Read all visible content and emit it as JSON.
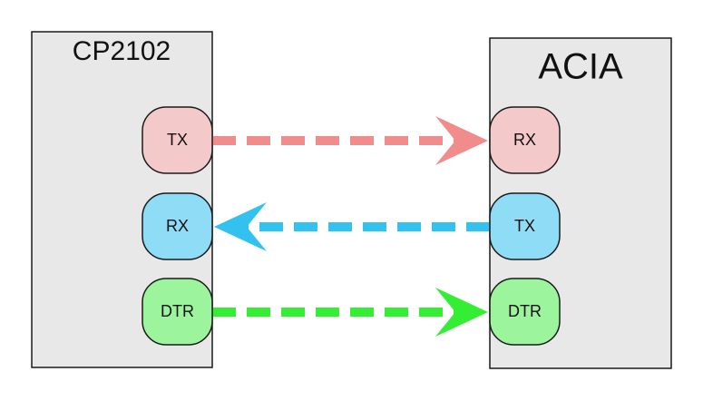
{
  "left_device": {
    "title": "CP2102",
    "pins": {
      "tx": "TX",
      "rx": "RX",
      "dtr": "DTR"
    }
  },
  "right_device": {
    "title": "ACIA",
    "pins": {
      "rx": "RX",
      "tx": "TX",
      "dtr": "DTR"
    }
  },
  "connections": [
    {
      "from": "CP2102 TX",
      "to": "ACIA RX",
      "direction": "left-to-right",
      "color": "#f08c8c"
    },
    {
      "from": "ACIA TX",
      "to": "CP2102 RX",
      "direction": "right-to-left",
      "color": "#33c2f0"
    },
    {
      "from": "CP2102 DTR",
      "to": "ACIA DTR",
      "direction": "left-to-right",
      "color": "#33ee33"
    }
  ],
  "colors": {
    "box_fill": "#e8e8e8",
    "tx_pin": "#f4c9c9",
    "rx_pin": "#8fdcf7",
    "dtr_pin": "#9cf59c",
    "tx_wire": "#f08c8c",
    "rx_wire": "#33c2f0",
    "dtr_wire": "#33ee33"
  }
}
